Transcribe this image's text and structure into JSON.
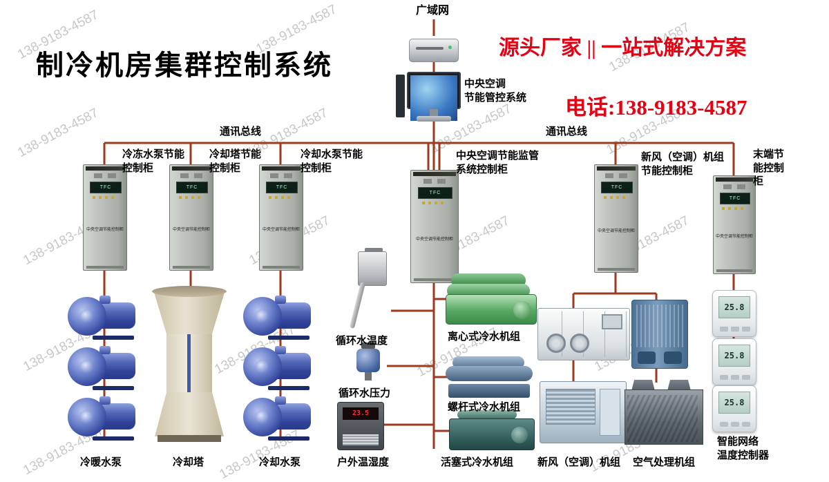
{
  "title": "制冷机房集群控制系统",
  "header": {
    "banner": "源头厂家 || 一站式解决方案",
    "phone": "电话:138-9183-4587"
  },
  "watermark": {
    "text": "138-9183-4587"
  },
  "network": {
    "wan_label": "广域网",
    "server_label": "中央空调\n节能管控系统",
    "bus_label_left": "通讯总线",
    "bus_label_right": "通讯总线"
  },
  "cabinet_common": {
    "screen": "TFC",
    "caption": "中央空调节能控制柜"
  },
  "cabinets": [
    {
      "label": "冷冻水泵节能\n控制柜"
    },
    {
      "label": "冷却塔节能\n控制柜"
    },
    {
      "label": "冷却水泵节能\n控制柜"
    },
    {
      "label": "中央空调节能监管\n系统控制柜"
    },
    {
      "label": "新风（空调）机组\n节能控制柜"
    },
    {
      "label": "末端节\n能控制\n柜"
    }
  ],
  "equipment": {
    "pumps_left_label": "冷暖水泵",
    "tower_label": "冷却塔",
    "pumps_right_label": "冷却水泵",
    "temp_sensor_label": "循环水温度",
    "pressure_sensor_label": "循环水压力",
    "outdoor_sensor_label": "户外温湿度",
    "outdoor_display": "23.5",
    "centrifugal_label": "离心式冷水机组",
    "screw_label": "螺杆式冷水机组",
    "piston_label": "活塞式冷水机组",
    "ahu_label": "新风（空调）机组",
    "air_proc_label": "空气处理机组",
    "thermostat_label": "智能网络\n温度控制器",
    "thermostat_display": "25.8"
  },
  "colors": {
    "line": "#9e3a1f",
    "accent_red": "#e60012",
    "watermark": "#c7c7c7"
  }
}
